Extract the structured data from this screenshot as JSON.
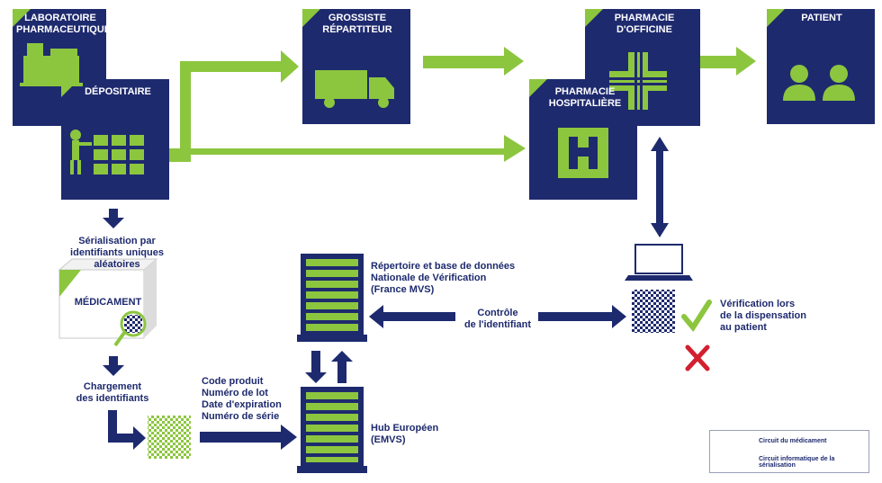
{
  "nodes": {
    "laboratoire": "LABORATOIRE\nPHARMACEUTIQUE",
    "depositaire": "DÉPOSITAIRE",
    "grossiste": "GROSSISTE\nRÉPARTITEUR",
    "officine": "PHARMACIE\nD'OFFICINE",
    "hospitaliere": "PHARMACIE\nHOSPITALIÈRE",
    "patient": "PATIENT"
  },
  "labels": {
    "serialisation": "Sérialisation par\nidentifiants uniques aléatoires",
    "medicament": "MÉDICAMENT",
    "chargement": "Chargement\ndes identifiants",
    "codes": "Code produit\nNuméro de lot\nDate d'expiration\nNuméro de série",
    "hub": "Hub Européen\n(EMVS)",
    "repertoire": "Répertoire et base de données\nNationale de Vérification\n(France MVS)",
    "controle": "Contrôle\nde l'identifiant",
    "verification": "Vérification lors\nde la dispensation\nau patient"
  },
  "legend": {
    "green": "Circuit du médicament",
    "blue": "Circuit informatique de la sérialisation"
  },
  "colors": {
    "navy": "#1e2a6e",
    "green": "#8cc63f",
    "red": "#d22030"
  }
}
